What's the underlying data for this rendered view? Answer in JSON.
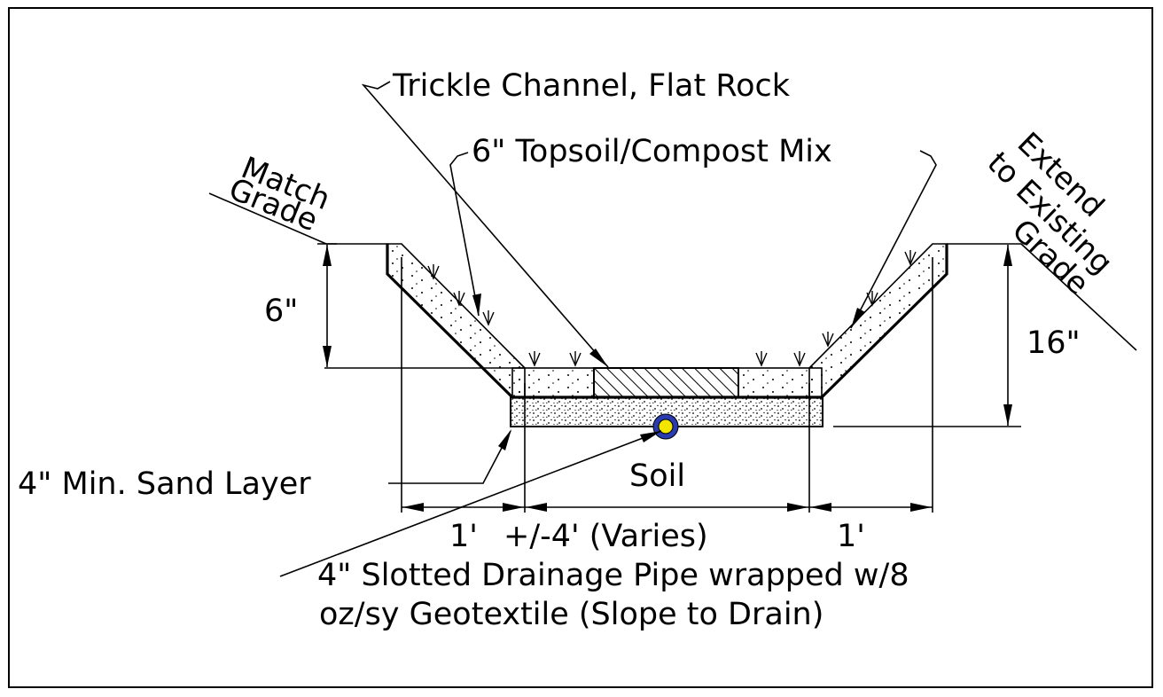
{
  "labels": {
    "trickle_channel": "Trickle Channel, Flat Rock",
    "topsoil_mix": "6\" Topsoil/Compost Mix",
    "match_grade_1": "Match",
    "match_grade_2": "Grade",
    "extend_1": "Extend",
    "extend_2": "to Existing",
    "extend_3": "Grade",
    "dim_6in": "6\"",
    "dim_16in": "16\"",
    "sand_layer": "4\" Min. Sand Layer",
    "soil": "Soil",
    "dim_1ft_left": "1'",
    "dim_varies": "+/-4' (Varies)",
    "dim_1ft_right": "1'",
    "pipe_line1": "4\" Slotted Drainage Pipe wrapped w/8",
    "pipe_line2": "oz/sy Geotextile (Slope to Drain)"
  },
  "colors": {
    "line": "#000000",
    "pipe_fill": "#f2e600",
    "pipe_ring": "#2a3bb0"
  }
}
